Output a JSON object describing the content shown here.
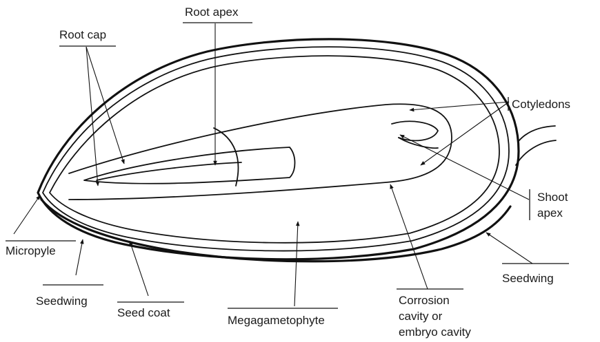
{
  "labels": {
    "root_apex": "Root apex",
    "root_cap": "Root cap",
    "cotyledons": "Cotyledons",
    "shoot_apex_line1": "Shoot",
    "shoot_apex_line2": "apex",
    "micropyle": "Micropyle",
    "seedwing_left": "Seedwing",
    "seed_coat": "Seed coat",
    "megagametophyte": "Megagametophyte",
    "corrosion_line1": "Corrosion",
    "corrosion_line2": "cavity or",
    "corrosion_line3": "embryo cavity",
    "seedwing_right": "Seedwing"
  }
}
